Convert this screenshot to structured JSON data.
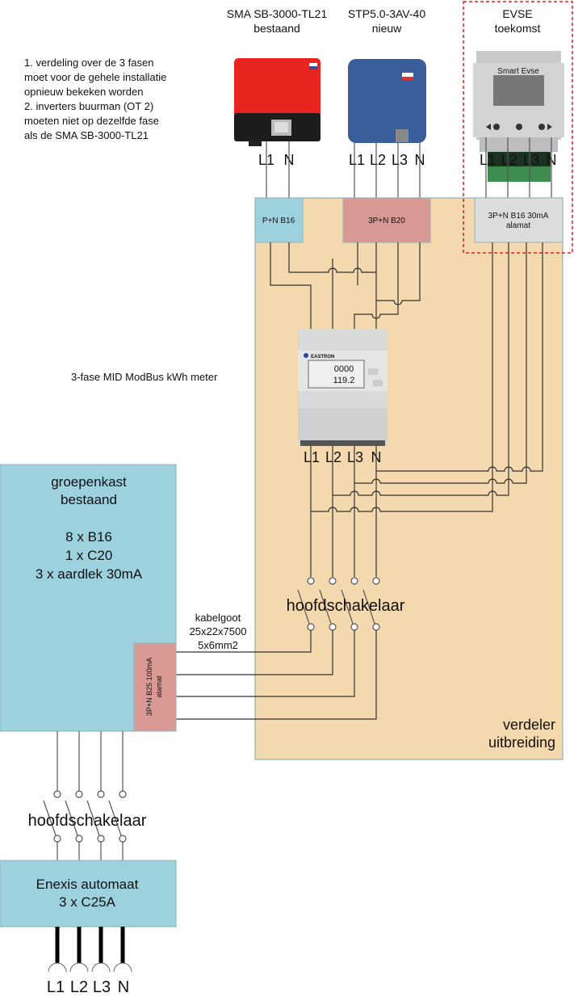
{
  "devices": {
    "sma": {
      "title": "SMA SB-3000-TL21",
      "subtitle": "bestaand",
      "terminals": [
        "L1",
        "N"
      ]
    },
    "stp": {
      "title": "STP5.0-3AV-40",
      "subtitle": "nieuw",
      "terminals": [
        "L1",
        "L2",
        "L3",
        "N"
      ]
    },
    "evse": {
      "title": "EVSE",
      "subtitle": "toekomst",
      "brand": "Smart Evse",
      "terminals": [
        "L1",
        "L2",
        "L3",
        "N"
      ]
    }
  },
  "notes": [
    "1. verdeling over de 3 fasen",
    "moet voor de gehele installatie",
    "opnieuw bekeken worden",
    "2. inverters buurman (OT 2)",
    "moeten niet op dezelfde fase",
    "als de SMA SB-3000-TL21"
  ],
  "breakers": {
    "pn_b16": "P+N B16",
    "b20": "3P+N B20",
    "evse_line1": "3P+N B16 30mA",
    "evse_line2": "alamat",
    "b25_line1": "3P+N B25 100mA",
    "b25_line2": "alamat"
  },
  "meter": {
    "label": "3-fase MID ModBus kWh meter",
    "brand": "EASTRON",
    "display_top": "0000",
    "display_bottom": "119.2",
    "terminals": [
      "L1",
      "L2",
      "L3",
      "N"
    ]
  },
  "verdeler": {
    "line1": "verdeler",
    "line2": "uitbreiding"
  },
  "switch_label_upper": "hoofdschakelaar",
  "switch_label_lower": "hoofdschakelaar",
  "cable": {
    "line1": "kabelgoot",
    "line2": "25x22x7500",
    "line3": "5x6mm2"
  },
  "groepenkast": {
    "line1": "groepenkast",
    "line2": "bestaand",
    "line3": "8 x B16",
    "line4": "1 x C20",
    "line5": "3 x aardlek 30mA"
  },
  "enexis": {
    "line1": "Enexis automaat",
    "line2": "3 x C25A"
  },
  "supply_terminals": [
    "L1",
    "L2",
    "L3",
    "N"
  ],
  "colors": {
    "verdeler_fill": "#f5d9ae",
    "blue_box": "#9dd1de",
    "red_box": "#d99a96",
    "grey_box": "#dcdcdc",
    "future_dashed": "#e02020",
    "sma_red": "#e8261f",
    "stp_blue": "#3a5d9c"
  }
}
